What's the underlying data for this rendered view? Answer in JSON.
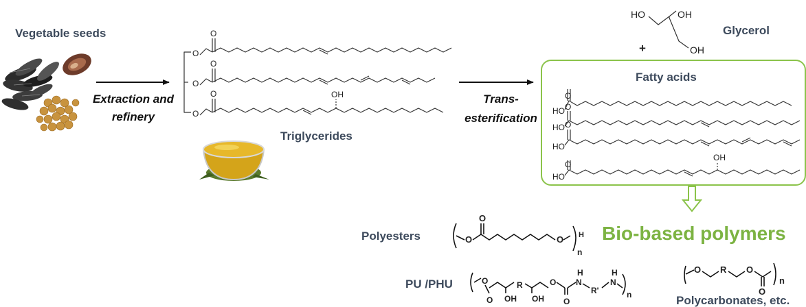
{
  "labels": {
    "vegetable_seeds": "Vegetable seeds",
    "extraction_1": "Extraction and",
    "extraction_2": "refinery",
    "triglycerides": "Triglycerides",
    "trans_1": "Trans-",
    "trans_2": "esterification",
    "glycerol": "Glycerol",
    "plus": "+",
    "fatty_acids": "Fatty acids",
    "bio_based": "Bio-based polymers",
    "polyesters": "Polyesters",
    "pu_phu": "PU /PHU",
    "polycarbonates": "Polycarbonates, etc."
  },
  "atoms": {
    "O": "O",
    "OH": "OH",
    "HO": "HO",
    "H": "H",
    "N": "N",
    "R": "R",
    "R_prime": "R'",
    "n": "n"
  },
  "colors": {
    "accent_green": "#7cb342",
    "label_dark": "#3d4a5c",
    "box_border": "#8bc34a"
  }
}
